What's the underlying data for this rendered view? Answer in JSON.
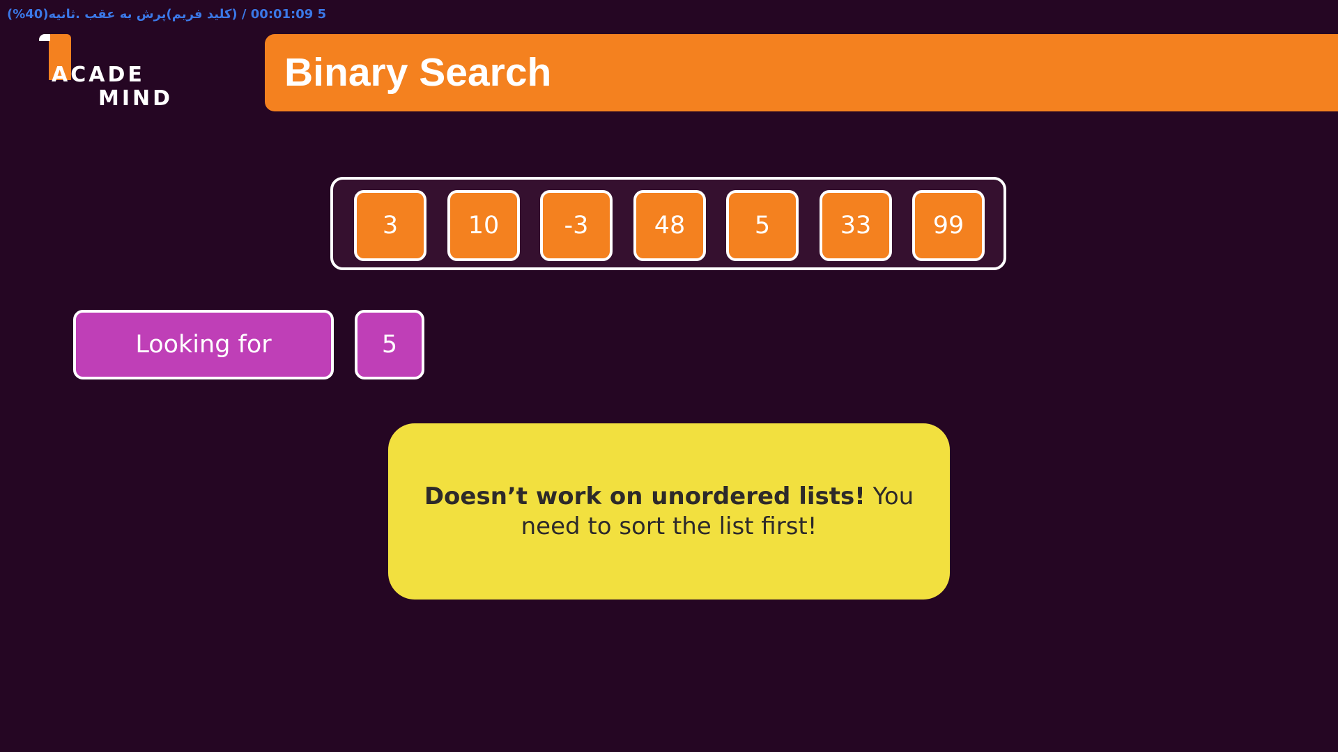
{
  "player_overlay": {
    "text": "5 00:01:09 / (کلید فریم)پرش به عقب .ثانیه(40%)"
  },
  "logo": {
    "line1": "ACADE",
    "line2": "MIND",
    "icon": "bookmark-flag-icon"
  },
  "slide": {
    "title": "Binary Search",
    "array": [
      "3",
      "10",
      "-3",
      "48",
      "5",
      "33",
      "99"
    ],
    "looking_for_label": "Looking for",
    "target_value": "5",
    "note_bold": "Doesn’t work on unordered lists!",
    "note_rest": " You need to sort the list first!"
  },
  "colors": {
    "background": "#250623",
    "accent_orange": "#f4811f",
    "accent_purple": "#bf3fb7",
    "note_yellow": "#f2e03f"
  }
}
